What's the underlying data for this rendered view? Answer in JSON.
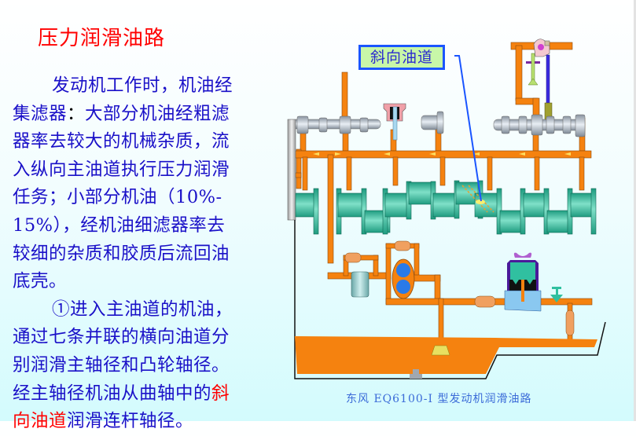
{
  "slide": {
    "title": "压力润滑油路",
    "paragraph1": {
      "lines": [
        "发动机工作时，机油经",
        "集滤器",
        "：",
        "大部分机油经粗滤",
        "器率去较大的机械杂质，流",
        "入纵向主油道执行压力润滑",
        "任务；小部分机油（10%-",
        "15%），经机油细滤器率去",
        "较细的杂质和胶质后流回油",
        "底壳。"
      ]
    },
    "paragraph2": {
      "lines": [
        "①进入主油道的机油，",
        "通过七条并联的横向油道分",
        "别润滑主轴径和凸轮轴径。",
        "经主轴径机油从曲轴中的",
        "斜",
        "向油道",
        "润滑连杆轴径。"
      ],
      "highlight_term": "斜向油道"
    }
  },
  "diagram": {
    "callout_label": "斜向油道",
    "caption": "东风 EQ6100-I 型发动机润滑油路",
    "components": [
      "camshaft-left",
      "camshaft-right",
      "distributor-drive",
      "fuel-pump-cam",
      "rocker-arm",
      "valve",
      "push-rod",
      "crankshaft",
      "flywheel",
      "main-oil-gallery",
      "oil-pump",
      "coarse-filter",
      "fine-filter",
      "pressure-relief-valves",
      "oil-strainer",
      "oil-sump",
      "drain-plug",
      "oil-pressure-sensor"
    ],
    "colors": {
      "oil": "#f5820f",
      "crank": "#34b89a",
      "callout_border": "#1a55ff",
      "callout_bg": "#c8f7a8",
      "title": "#ff0000",
      "body_text": "#1a10c8",
      "caption": "#3b6bd8"
    }
  }
}
